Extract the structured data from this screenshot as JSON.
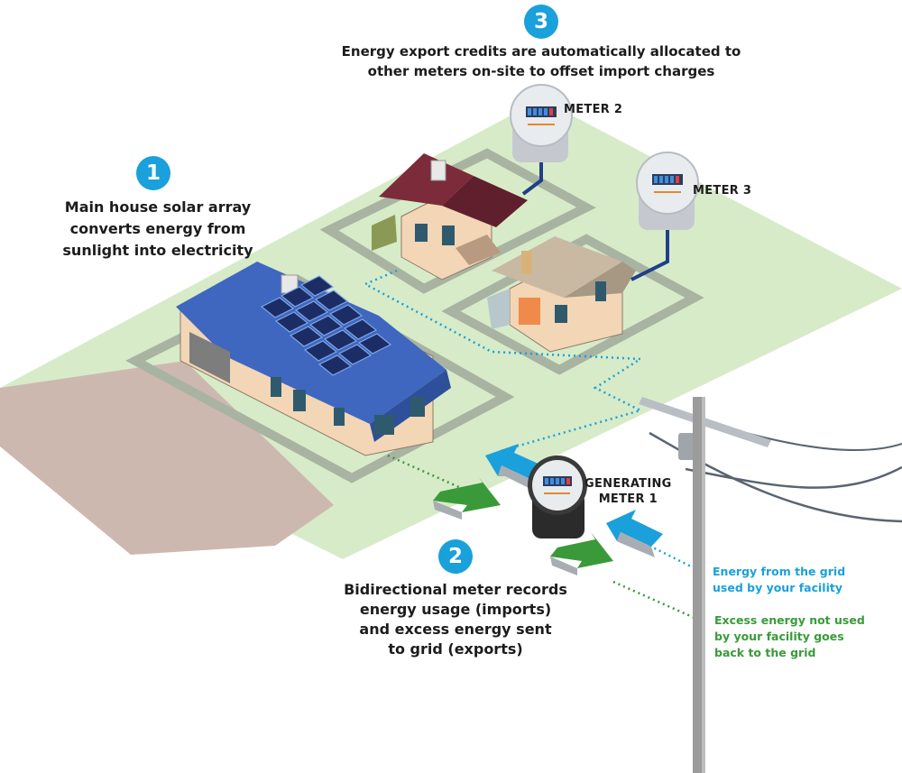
{
  "colors": {
    "accent_blue": "#1aa0db",
    "export_green": "#3a9a3a",
    "lawn": "#d7ebc8",
    "path": "#a9b3a1",
    "driveway": "#cdb8b0",
    "roof_blue": "#3f67c0",
    "roof_red": "#7c2b3a",
    "wall": "#f2d6b6",
    "wire": "#1f3f8a",
    "pole": "#9b9b9b"
  },
  "step1": {
    "number": "1",
    "lines": [
      "Main house solar array",
      "converts energy from",
      "sunlight into electricity"
    ]
  },
  "step2": {
    "number": "2",
    "lines": [
      "Bidirectional meter records",
      "energy usage (imports)",
      "and excess energy sent",
      "to grid (exports)"
    ]
  },
  "step3": {
    "number": "3",
    "lines": [
      "Energy export credits are automatically allocated to",
      "other meters on-site to offset import charges"
    ]
  },
  "meters": {
    "meter2": "METER 2",
    "meter3": "METER 3",
    "meter1_lines": [
      "GENERATING",
      "METER 1"
    ]
  },
  "grid_notes": {
    "import_lines": [
      "Energy from the grid",
      "used by your facility"
    ],
    "export_lines": [
      "Excess energy not used",
      "by your facility goes",
      "back to the grid"
    ]
  },
  "icons": [
    "solar-panel-icon",
    "meter-icon",
    "arrow-import-icon",
    "arrow-export-icon",
    "utility-pole-icon",
    "house-icon"
  ]
}
